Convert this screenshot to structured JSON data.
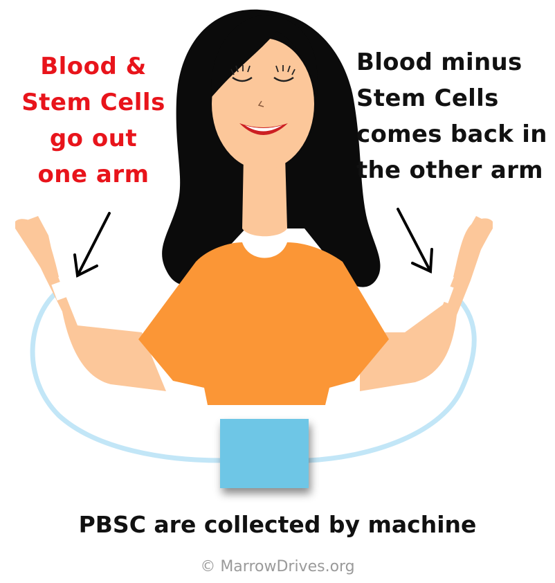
{
  "labels": {
    "left": [
      "Blood &",
      "Stem Cells",
      "go out",
      "one arm"
    ],
    "right": [
      "Blood minus",
      "Stem Cells",
      "comes back in",
      "the other arm"
    ]
  },
  "caption": "PBSC are collected by machine",
  "credit": "© MarrowDrives.org",
  "colors": {
    "left_label": "#e8141b",
    "right_label": "#111111",
    "caption": "#111111",
    "credit": "#9a9a9a",
    "tube": "#c2e6f7",
    "machine": "#6ec6e6",
    "shirt": "#fb9636",
    "skin": "#fcc79a",
    "hair": "#0b0b0b",
    "lips": "#cc1f22"
  }
}
